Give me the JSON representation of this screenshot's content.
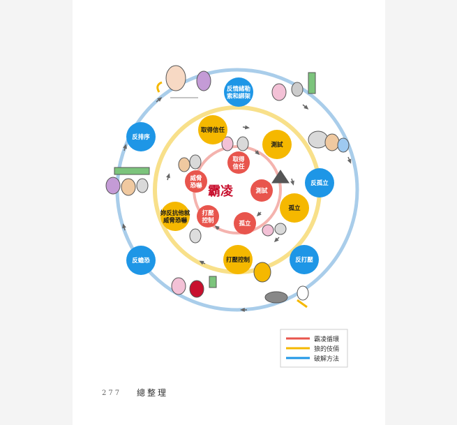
{
  "center": {
    "title": "霸凌"
  },
  "inner_cycle": {
    "color": "#e8554d",
    "nodes": [
      {
        "id": "inner-gain-trust",
        "label": [
          "取得",
          "信任"
        ]
      },
      {
        "id": "inner-test",
        "label": [
          "測試"
        ]
      },
      {
        "id": "inner-isolate",
        "label": [
          "孤立"
        ]
      },
      {
        "id": "inner-suppress",
        "label": [
          "打壓",
          "控制"
        ]
      },
      {
        "id": "inner-threat",
        "label": [
          "威脅",
          "恐嚇"
        ]
      }
    ]
  },
  "middle_cycle": {
    "color": "#f5b800",
    "nodes": [
      {
        "id": "mid-gain-trust",
        "label": [
          "取得信任"
        ]
      },
      {
        "id": "mid-test",
        "label": [
          "測試"
        ]
      },
      {
        "id": "mid-isolate",
        "label": [
          "孤立"
        ]
      },
      {
        "id": "mid-suppress",
        "label": [
          "打壓控制"
        ]
      },
      {
        "id": "mid-threat",
        "label": [
          "妳反抗他就",
          "威脅恐嚇"
        ]
      }
    ]
  },
  "outer_cycle": {
    "color": "#1e96e6",
    "nodes": [
      {
        "id": "outer-counter-coax",
        "label": [
          "反情緒勒",
          "索和綁架"
        ]
      },
      {
        "id": "outer-counter-isolate",
        "label": [
          "反孤立"
        ]
      },
      {
        "id": "outer-counter-suppress",
        "label": [
          "反打壓"
        ]
      },
      {
        "id": "outer-counter-fear",
        "label": [
          "反蟾恐"
        ]
      },
      {
        "id": "outer-counter-order",
        "label": [
          "反排序"
        ]
      }
    ]
  },
  "legend": {
    "items": [
      {
        "label": "霸凌循環",
        "color": "#e8554d"
      },
      {
        "label": "狼的伎倆",
        "color": "#f5b800"
      },
      {
        "label": "破解方法",
        "color": "#1e96e6"
      }
    ]
  },
  "footer": {
    "page_number": "277",
    "section_title": "總整理"
  }
}
